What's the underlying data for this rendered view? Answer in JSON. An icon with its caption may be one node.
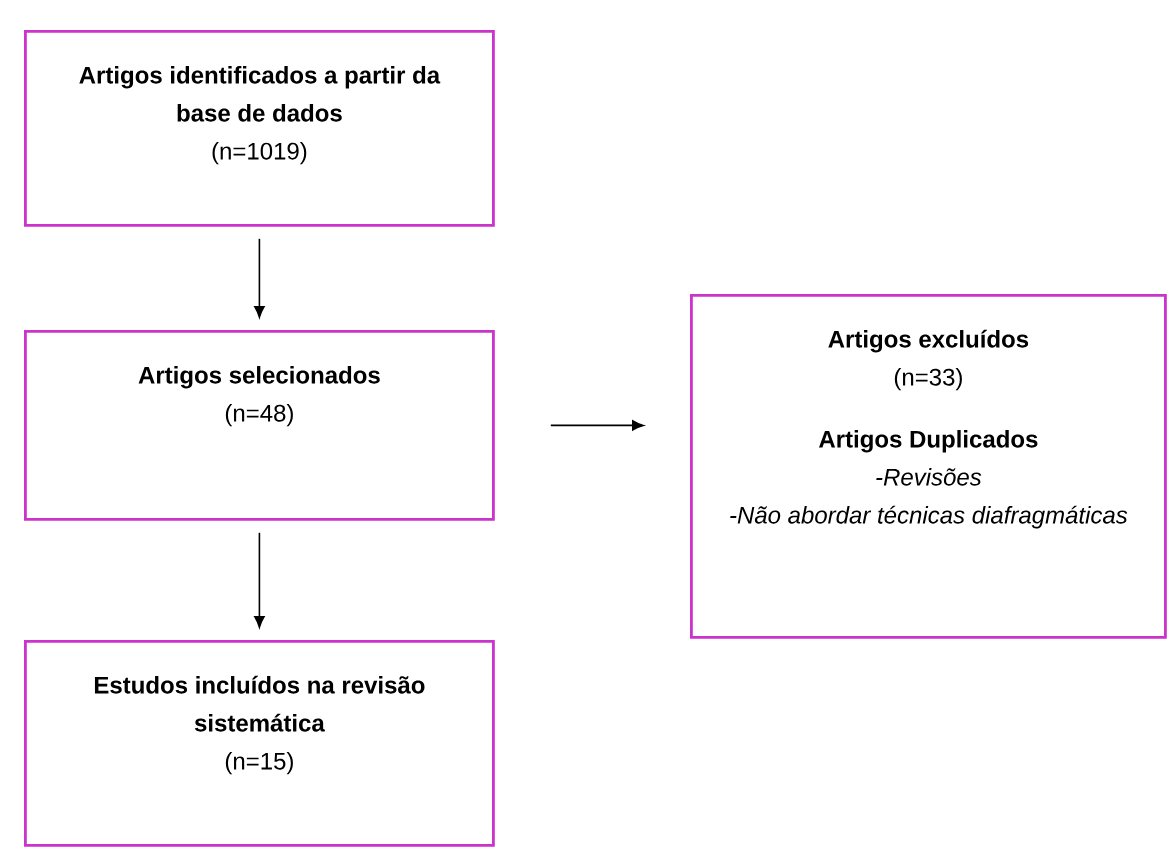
{
  "diagram": {
    "nodes": [
      {
        "text": [
          "Artigos identificados a partir da base de dados",
          "(n=1019)"
        ]
      },
      {
        "text": [
          "Artigos selecionados",
          "(n=48)"
        ]
      },
      {
        "text": [
          "Estudos incluídos na revisão sistemática",
          "(n=15)"
        ]
      },
      {
        "text": [
          "Artigos excluídos",
          "(n=33)",
          "Artigos Duplicados",
          "-Revisões",
          "-Não abordar técnicas diafragmáticas"
        ]
      }
    ],
    "edges": [
      {
        "from": 0,
        "to": 1,
        "arrow": "to"
      },
      {
        "from": 1,
        "to": 2,
        "arrow": "to"
      },
      {
        "from": 1,
        "to": 3,
        "arrow": "to"
      }
    ]
  }
}
